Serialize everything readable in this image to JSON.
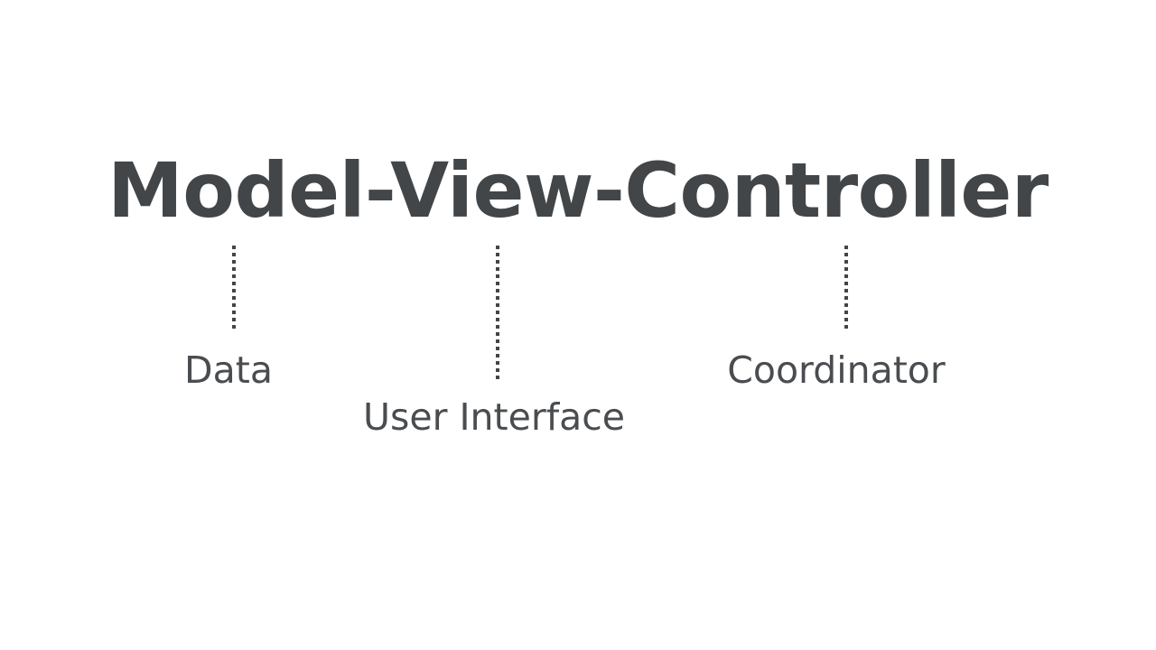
{
  "slide": {
    "background_color": "#ffffff",
    "text_color": "#434648",
    "title": "Model-View-Controller",
    "title_parts": [
      "Model",
      "View",
      "Controller"
    ],
    "connectors": [
      {
        "name": "model",
        "label": "Data"
      },
      {
        "name": "view",
        "label": "User Interface"
      },
      {
        "name": "controller",
        "label": "Coordinator"
      }
    ],
    "captions": {
      "model": "Data",
      "view": "User Interface",
      "controller": "Coordinator"
    }
  }
}
